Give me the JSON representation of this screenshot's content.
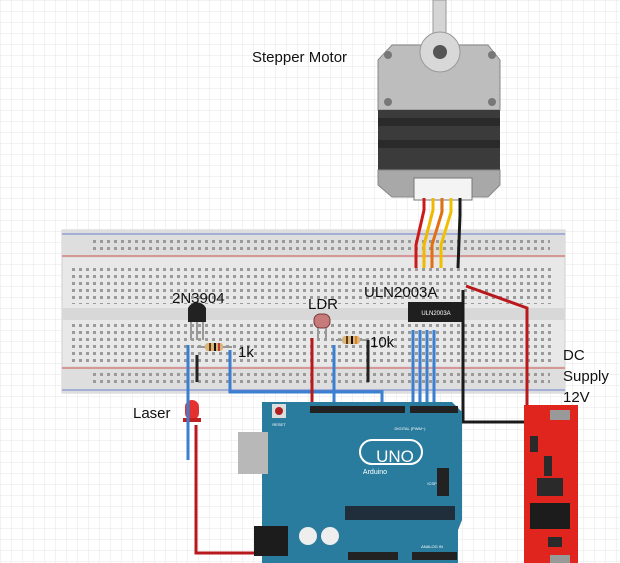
{
  "labels": {
    "stepper_motor": "Stepper Motor",
    "transistor": "2N3904",
    "ldr": "LDR",
    "driver": "ULN2003A",
    "resistor_1": "1k",
    "resistor_2": "10k",
    "laser": "Laser",
    "dc_supply_line1": "DC",
    "dc_supply_line2": "Supply",
    "dc_supply_line3": "12V"
  },
  "chip": {
    "marking": "ULN2003A"
  },
  "arduino": {
    "logo": "UNO",
    "brand": "Arduino",
    "reset": "RESET",
    "digital": "DIGITAL (PWM~)",
    "analog": "ANALOG IN",
    "icsp": "ICSP"
  },
  "colors": {
    "arduino_board": "#2a7c9e",
    "supply_board": "#e0251f",
    "wire_red": "#b8191c",
    "wire_blue": "#3a7fd0",
    "wire_black": "#1a1a1a",
    "breadboard": "#e8e8e8"
  }
}
